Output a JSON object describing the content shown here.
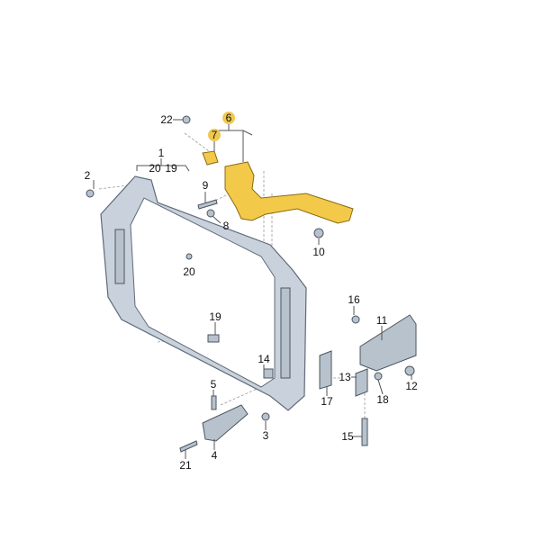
{
  "diagram": {
    "title": "Front end carrier assembly",
    "highlight_color": "#f0c850",
    "part_color": "#f3c94a",
    "frame_color": "#c9d2dc",
    "callouts": [
      "22",
      "6",
      "7",
      "1",
      "20",
      "19",
      "2",
      "9",
      "8",
      "10",
      "20",
      "16",
      "11",
      "19",
      "14",
      "13",
      "12",
      "17",
      "18",
      "5",
      "3",
      "15",
      "4",
      "21"
    ]
  }
}
